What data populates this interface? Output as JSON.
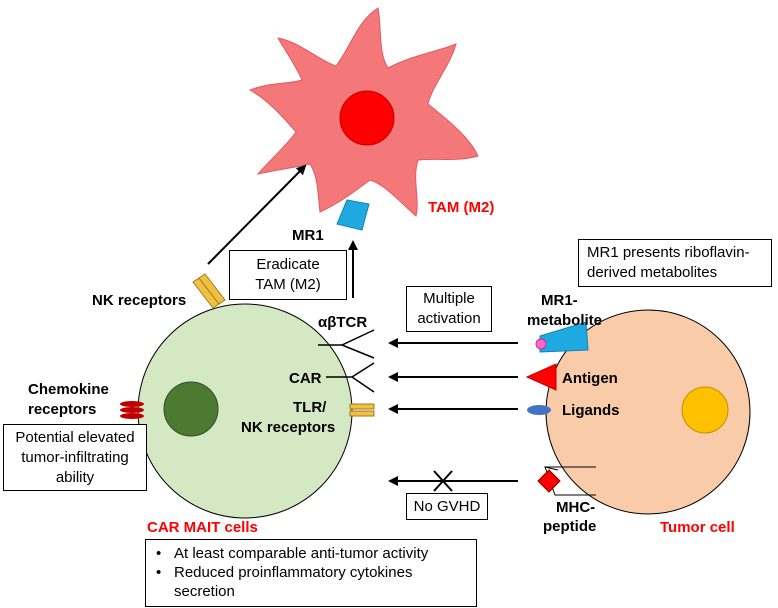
{
  "tam": {
    "label": "TAM (M2)",
    "mr1_label": "MR1"
  },
  "mait": {
    "label": "CAR MAIT cells",
    "nk_receptors": "NK receptors",
    "chemokine_line1": "Chemokine",
    "chemokine_line2": "receptors",
    "abtcr": "αβTCR",
    "car": "CAR",
    "tlr_line1": "TLR/",
    "tlr_line2": "NK receptors"
  },
  "tumor": {
    "label": "Tumor cell",
    "mr1_metabolite_line1": "MR1-",
    "mr1_metabolite_line2": "metabolite",
    "antigen": "Antigen",
    "ligands": "Ligands",
    "mhc_line1": "MHC-",
    "mhc_line2": "peptide"
  },
  "boxes": {
    "eradicate_line1": "Eradicate",
    "eradicate_line2": "TAM (M2)",
    "multiple_line1": "Multiple",
    "multiple_line2": "activation",
    "mr1_presents_line1": "MR1 presents riboflavin-",
    "mr1_presents_line2": "derived metabolites",
    "infiltrating_line1": "Potential elevated",
    "infiltrating_line2": "tumor-infiltrating",
    "infiltrating_line3": "ability",
    "no_gvhd": "No GVHD"
  },
  "notes": {
    "bullet": "•",
    "item1": "At least comparable anti-tumor activity",
    "item2_line1": "Reduced proinflammatory cytokines",
    "item2_line2": "secretion"
  },
  "colors": {
    "tam_fill": "#f4777a",
    "tam_nucleus": "#ff0000",
    "mait_fill": "#d5e8c4",
    "mait_nucleus": "#4b7a30",
    "tumor_fill": "#f9cba9",
    "tumor_nucleus": "#ffc000",
    "mr1_blue": "#1fa9e1",
    "receptor_gold": "#f0c040",
    "chemokine_red": "#c00000",
    "label_red": "#ff0000"
  }
}
